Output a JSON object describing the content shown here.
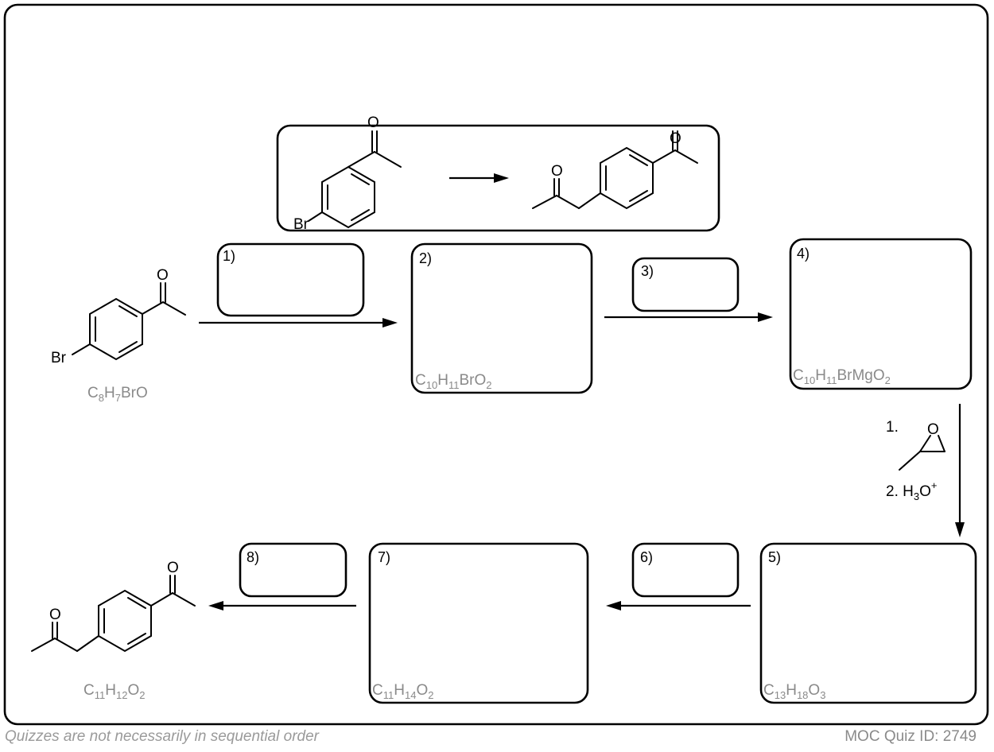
{
  "boxes": {
    "step1": "1)",
    "step2": "2)",
    "step3": "3)",
    "step4": "4)",
    "step5": "5)",
    "step6": "6)",
    "step7": "7)",
    "step8": "8)"
  },
  "formulas": {
    "start": {
      "C": "C",
      "c": "8",
      "H": "H",
      "h": "7",
      "rest": "BrO"
    },
    "box2": {
      "C": "C",
      "c": "10",
      "H": "H",
      "h": "11",
      "rest": "BrO",
      "o": "2"
    },
    "box4": {
      "C": "C",
      "c": "10",
      "H": "H",
      "h": "11",
      "rest": "BrMgO",
      "o": "2"
    },
    "box5": {
      "C": "C",
      "c": "13",
      "H": "H",
      "h": "18",
      "O": "O",
      "o": "3"
    },
    "box7": {
      "C": "C",
      "c": "11",
      "H": "H",
      "h": "14",
      "O": "O",
      "o": "2"
    },
    "product": {
      "C": "C",
      "c": "11",
      "H": "H",
      "h": "12",
      "O": "O",
      "o": "2"
    }
  },
  "atoms": {
    "oxygen": "O",
    "bromine": "Br"
  },
  "reagents": {
    "step1_num": "1.",
    "epoxide_o": "O",
    "step2_text": "2. H",
    "step2_sub": "3",
    "step2_o": "O",
    "step2_sup": "+"
  },
  "footer": {
    "note": "Quizzes are not necessarily in sequential order",
    "quiz_id": "MOC Quiz ID: 2749"
  }
}
